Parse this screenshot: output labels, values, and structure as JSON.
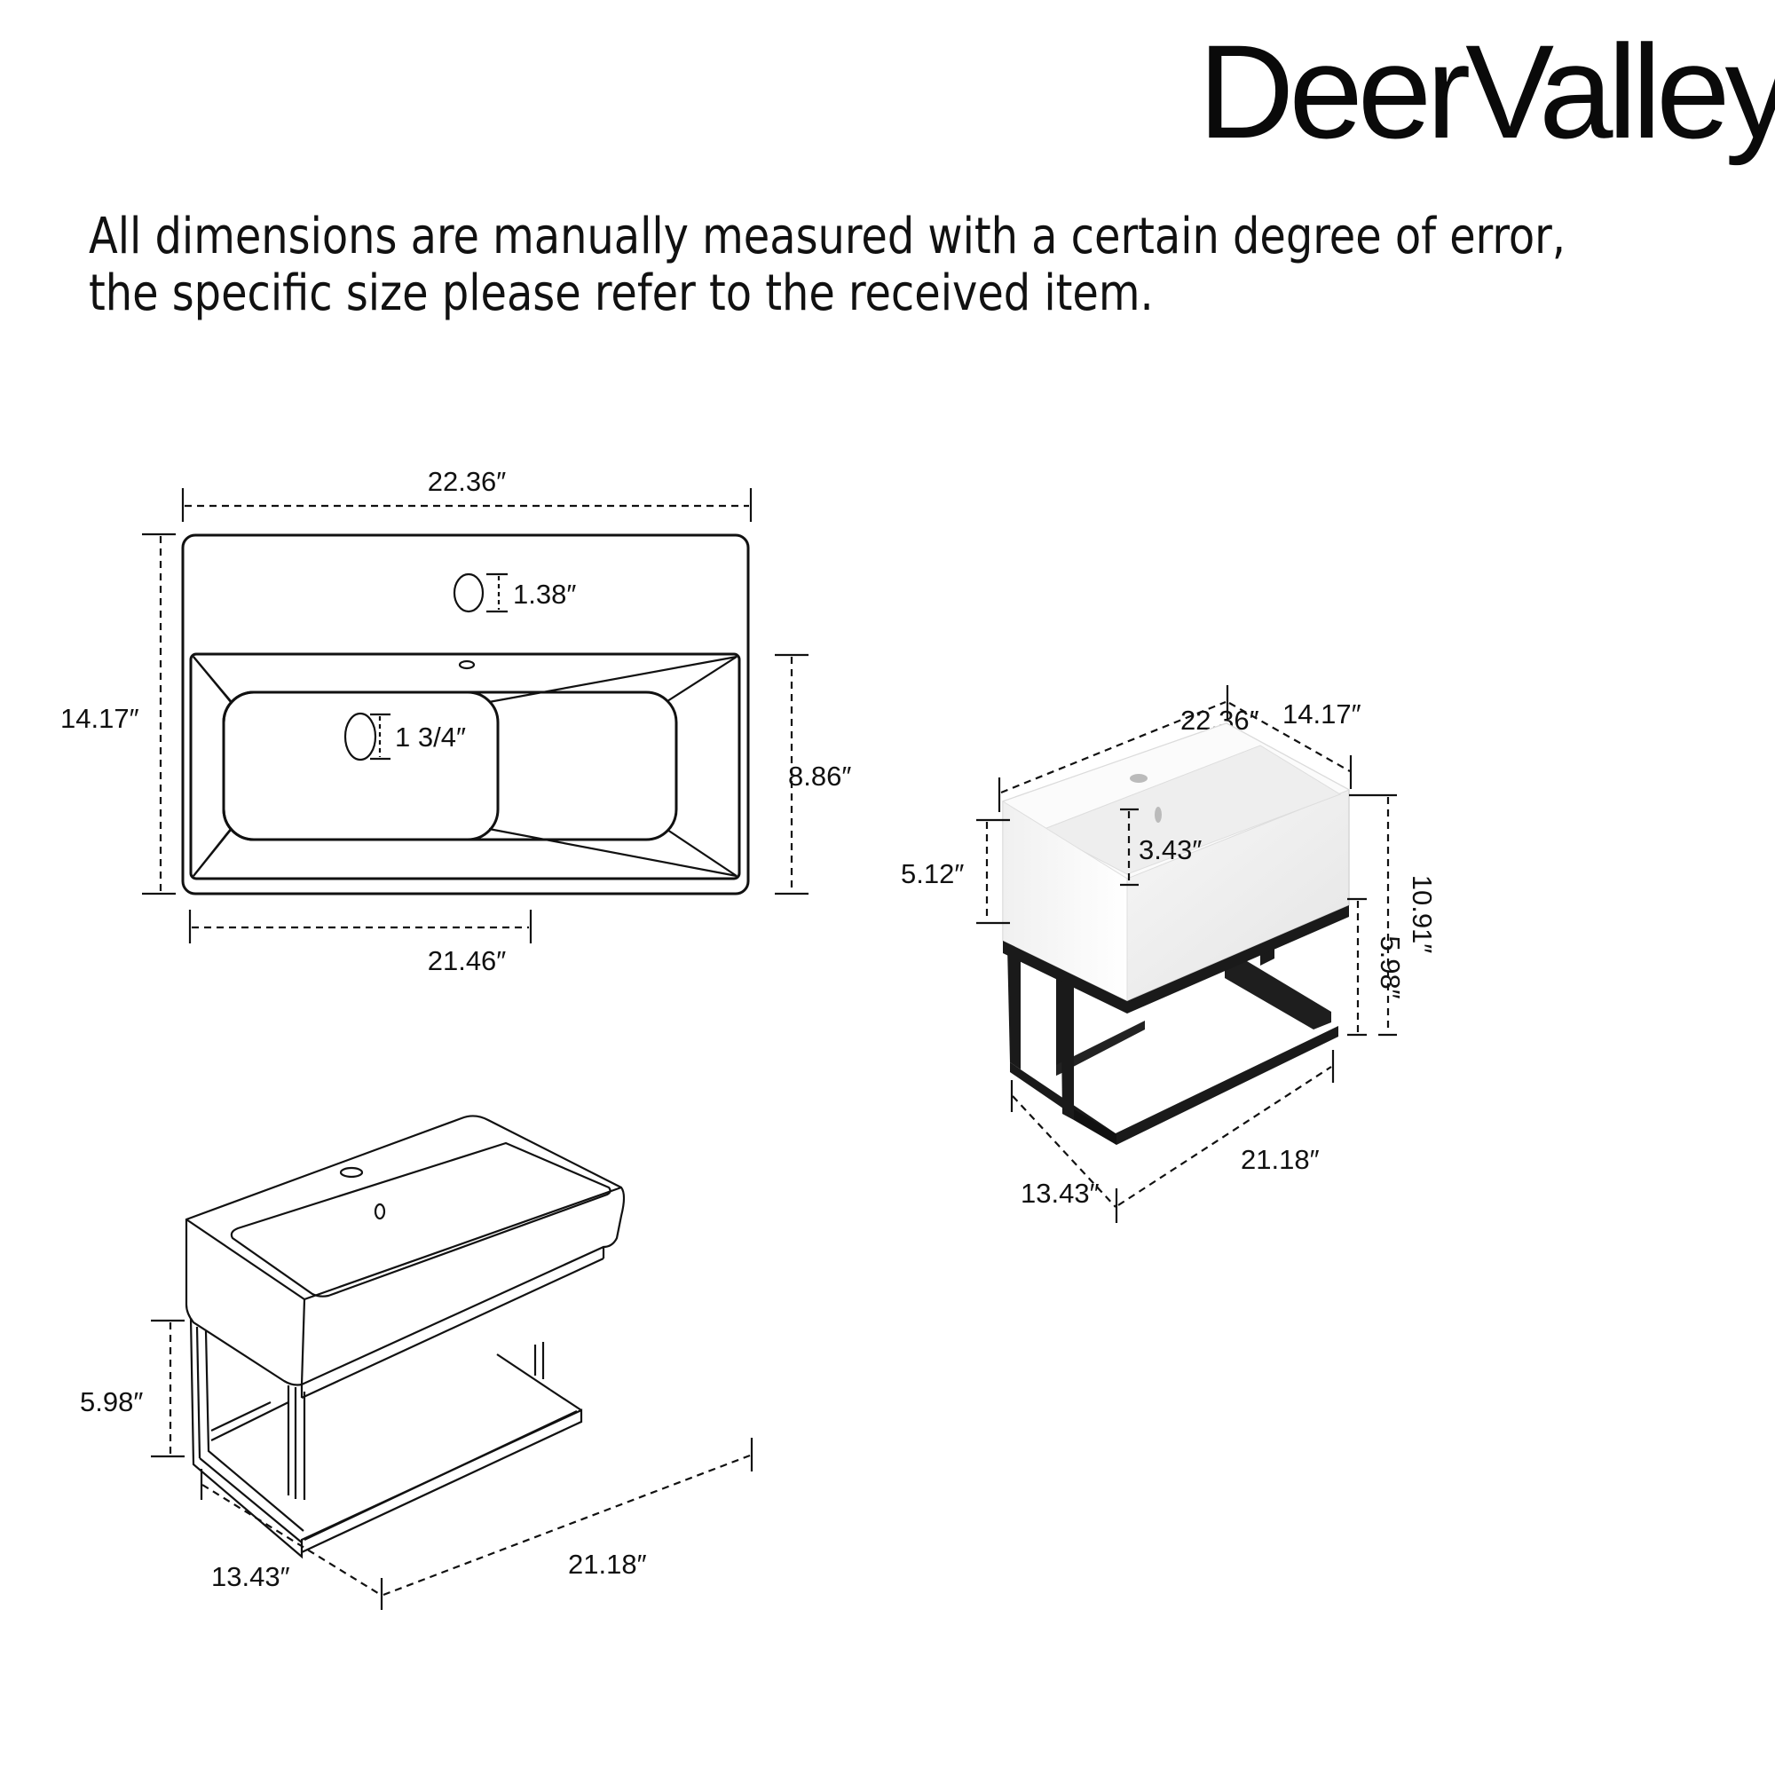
{
  "brand": {
    "name": "DeerValley",
    "mark": "®"
  },
  "disclaimer": {
    "line1": "All dimensions are manually measured with a certain degree of error,",
    "line2": "the specific size please refer to the received item."
  },
  "top_view": {
    "overall_width": "22.36″",
    "overall_depth": "14.17″",
    "basin_width": "21.46″",
    "basin_depth": "8.86″",
    "faucet_hole_diameter": "1.38″",
    "drain_diameter": "1 3/4″"
  },
  "rendered_view": {
    "width": "22.36″",
    "depth": "14.17″",
    "basin_height": "5.12″",
    "bowl_depth": "3.43″",
    "total_height": "10.91″",
    "frame_height": "5.98″",
    "frame_width": "21.18″",
    "frame_depth": "13.43″",
    "colors": {
      "ceramic": "#f2f2f2",
      "frame": "#1a1a1a"
    }
  },
  "line_view": {
    "frame_height": "5.98″",
    "frame_width": "21.18″",
    "frame_depth": "13.43″"
  }
}
